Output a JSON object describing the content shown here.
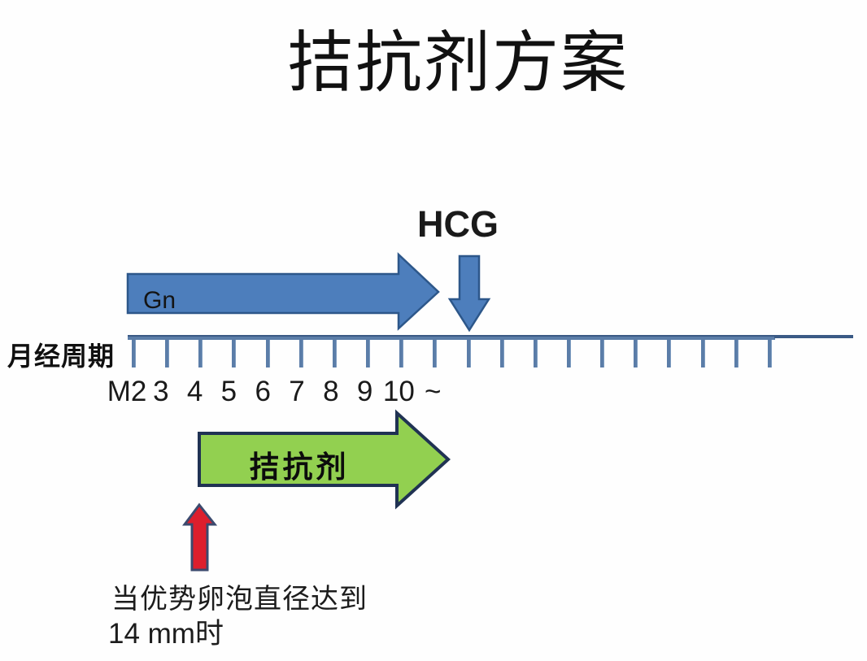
{
  "title": "拮抗剂方案",
  "labels": {
    "hcg": "HCG",
    "gn": "Gn",
    "axis": "月经周期",
    "antagonist": "拮抗剂",
    "annotation_line1": "当优势卵泡直径达到",
    "annotation_line2": "14 mm时"
  },
  "timeline": {
    "tick_count": 20,
    "tick_labels": [
      "M2",
      "3",
      "4",
      "5",
      "6",
      "7",
      "8",
      "9",
      "10",
      "~"
    ]
  },
  "colors": {
    "blue_fill": "#4d7ebc",
    "blue_border": "#2d578a",
    "green_fill": "#92d050",
    "green_border": "#203253",
    "red_fill": "#dd1f2d",
    "red_border": "#3c4a6e",
    "axis_blue": "#5b7da8",
    "axis_blue_dark": "#3a5a85",
    "text": "#161616"
  }
}
